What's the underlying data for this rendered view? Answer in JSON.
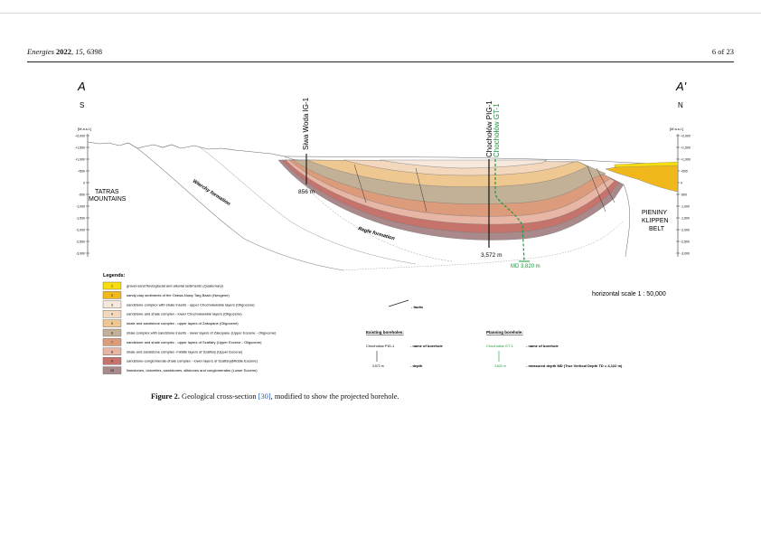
{
  "header": {
    "journal": "Energies",
    "year": "2022",
    "volume": "15",
    "article": "6398",
    "pages": "6 of 23"
  },
  "figure": {
    "labels": {
      "a_left": "A",
      "a_right": "A'",
      "south": "S",
      "north": "N",
      "axis_unit": "[M a.s.l.]",
      "tatras": [
        "TATRAS",
        "MOUNTAINS"
      ],
      "pieniny": [
        "PIENINY",
        "KLIPPEN",
        "BELT"
      ],
      "wierchy": "Wierchy formation",
      "regle": "Regle formation",
      "scale": "horizontal scale 1 : 50,000"
    },
    "left_ticks": [
      "+2,000",
      "+1,500",
      "+1,000",
      "+500",
      "0",
      "-500",
      "-1,000",
      "-1,500",
      "-2,000",
      "-2,500",
      "-3,000"
    ],
    "right_ticks": [
      "+2,000",
      "+1,500",
      "+1,000",
      "+500",
      "0",
      "-500",
      "-1,000",
      "-1,500",
      "-2,000",
      "-2,500",
      "-3,000"
    ],
    "boreholes": {
      "siwa_woda": "Siwa Woda IG-1",
      "siwa_depth": "856 m",
      "chocholow_pig": "Chochołów PIG-1",
      "chocholow_gt": "Chochołów GT-1",
      "pig_depth": "3,572 m",
      "gt_md": "MD 3,820 m"
    },
    "legend": {
      "title": "Legends:",
      "items": [
        {
          "num": "1",
          "color": "#f5dd10",
          "text": "gravel-sand fluvioglacial and alluvial sediments (Quaternary)"
        },
        {
          "num": "2",
          "color": "#f0b81a",
          "text": "sandy-clay sediments of the Orawa-Nowy Targ Basin (Neogene)"
        },
        {
          "num": "3",
          "color": "#f6e8dc",
          "text": "sandstone complex with shale inserts - upper Chochołowskie layers (Oligocene)"
        },
        {
          "num": "4",
          "color": "#f3d8bd",
          "text": "sandstone and shale complex - lower Chochołowskie layers (Oligocene)"
        },
        {
          "num": "5",
          "color": "#efc891",
          "text": "shale and sandstone complex - upper layers of Zakopane (Oligocene)"
        },
        {
          "num": "6",
          "color": "#c2b197",
          "text": "shale complex with sandstone inserts - lower layers of Zakopane (Upper Eocene - Oligocene)"
        },
        {
          "num": "7",
          "color": "#dc9c7c",
          "text": "sandstone and shale complex - upper layers of Szaflary (Upper Eocene - Oligocene)"
        },
        {
          "num": "8",
          "color": "#e8b6a4",
          "text": "shale and sandstone complex -middle layers of Szaflary (Upper Eocene)"
        },
        {
          "num": "9",
          "color": "#c6746b",
          "text": "sandstone-conglomerate-shale complex - lower layers of Szaflary(Middle Eocene)"
        },
        {
          "num": "10",
          "color": "#a9898a",
          "text": "limestones, dolomites, sandstones, siltstones and conglomerates (Lower Eocene)"
        }
      ]
    },
    "faults_label": "- faults",
    "existing": {
      "title": "Existing boreholes:",
      "name_example": "Chochołów PIG-1",
      "name_desc": "- name of borehole",
      "depth_example": "3,572 m",
      "depth_desc": "- depth"
    },
    "planning": {
      "title": "Planning borehole:",
      "name_example": "Chochołów GT-1",
      "name_desc": "- name of borehole",
      "depth_example": "3,820 m",
      "depth_desc": "- measured depth MD (True Vertical Depth TD = 4,122 m)"
    }
  },
  "caption": {
    "label": "Figure 2.",
    "text_before": " Geological cross-section ",
    "ref": "[30]",
    "text_after": ", modified to show the projected borehole."
  },
  "colors": {
    "quaternary": "#f5dd10",
    "neogene": "#f0b81a",
    "planned_borehole": "#1a9a3a",
    "link": "#2255cc"
  }
}
